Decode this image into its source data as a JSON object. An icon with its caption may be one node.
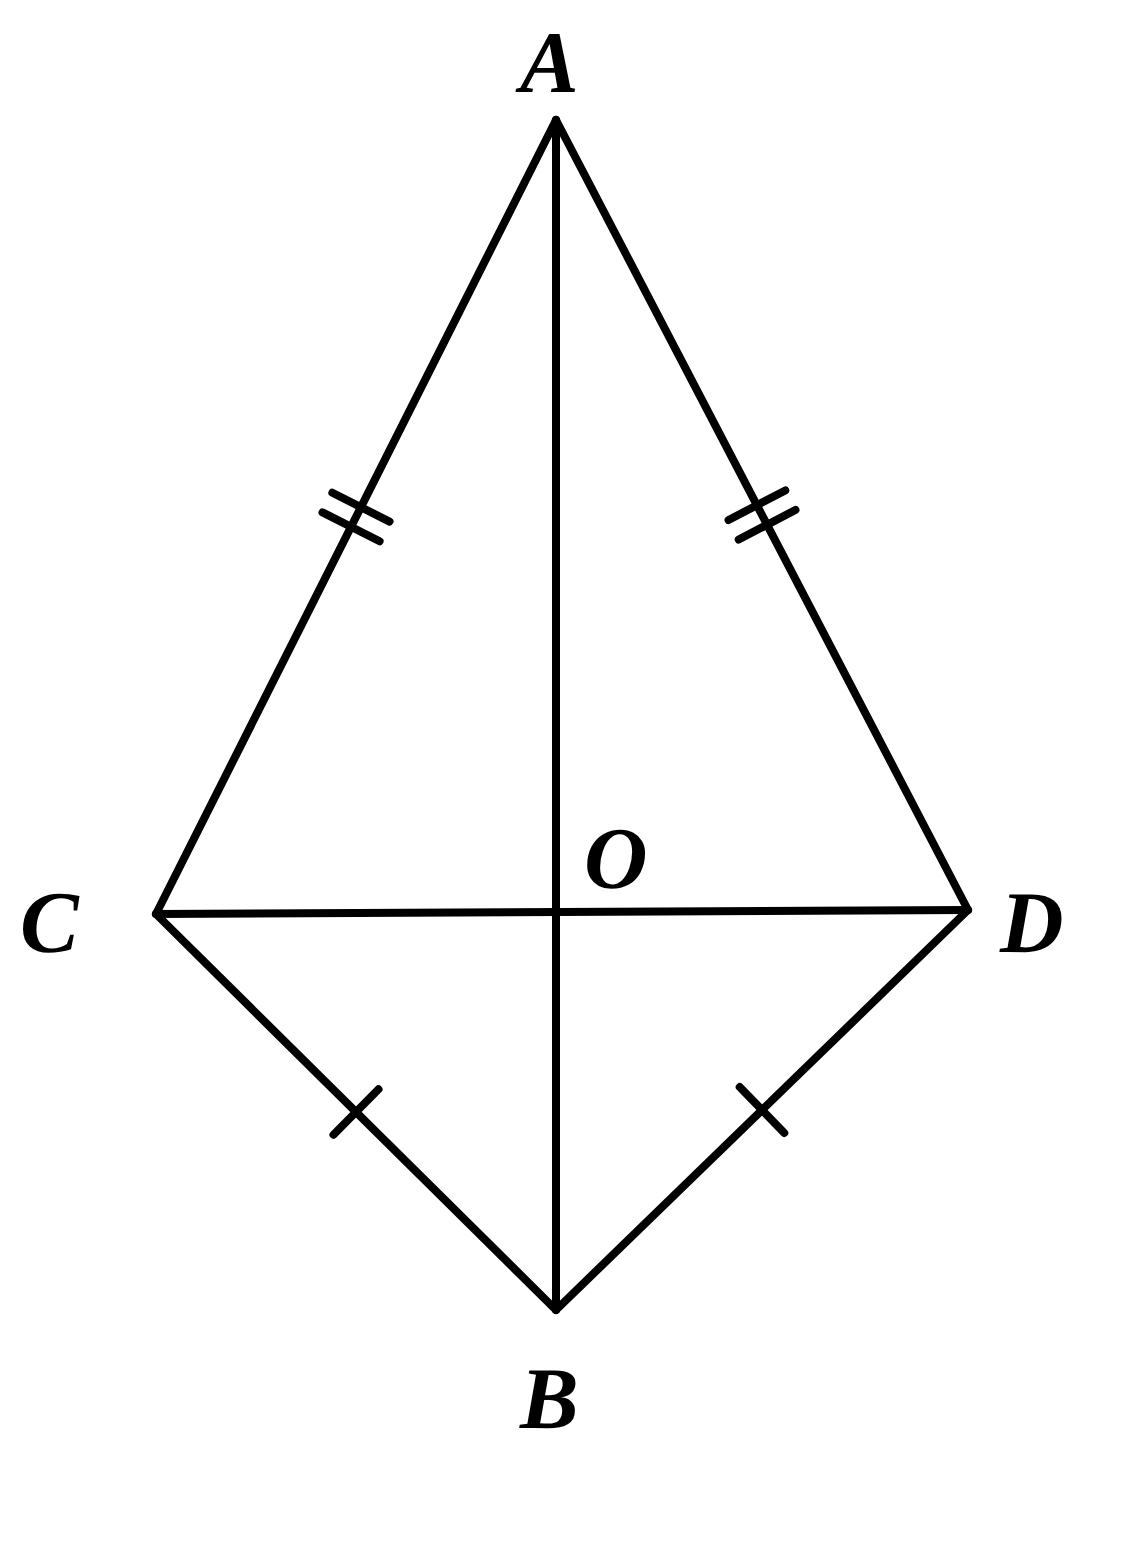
{
  "diagram": {
    "labels": [
      "A",
      "O",
      "C",
      "D",
      "B"
    ]
  }
}
